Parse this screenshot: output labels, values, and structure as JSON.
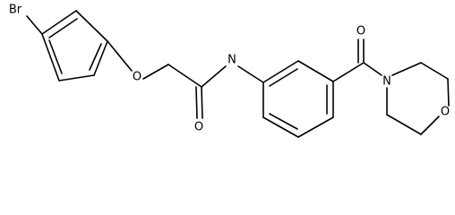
{
  "molecule": {
    "atoms": {
      "br": "Br",
      "o_ether": "O",
      "nh": "N",
      "o_amide": "O",
      "o_ketone": "O",
      "n_morpholine": "N",
      "o_morpholine": "O"
    }
  }
}
